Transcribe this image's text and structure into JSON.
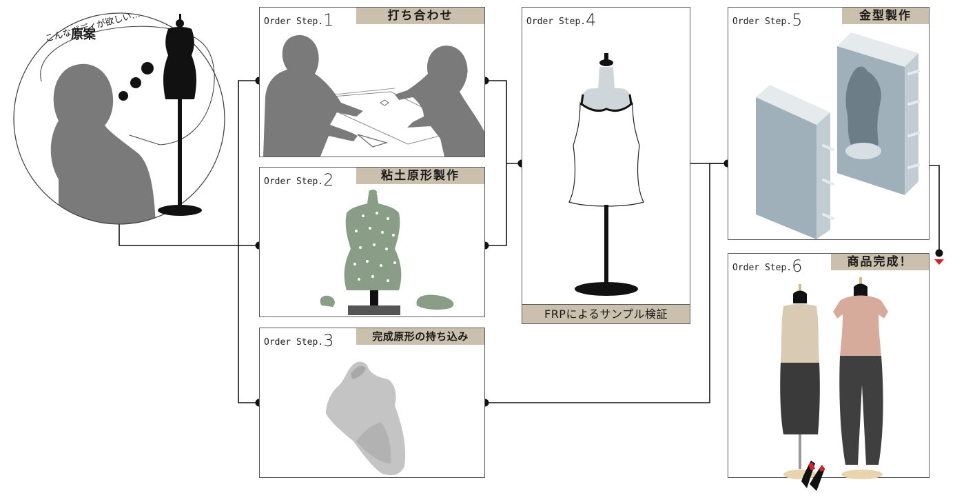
{
  "idea": {
    "title": "原案",
    "thought": "こんなボディが欲しい…"
  },
  "steps": [
    {
      "prefix": "Order Step.",
      "num": "1",
      "title": "打ち合わせ"
    },
    {
      "prefix": "Order Step.",
      "num": "2",
      "title": "粘土原形製作"
    },
    {
      "prefix": "Order Step.",
      "num": "3",
      "title": "完成原形の持ち込み"
    },
    {
      "prefix": "Order Step.",
      "num": "4",
      "caption": "FRPによるサンプル検証"
    },
    {
      "prefix": "Order Step.",
      "num": "5",
      "title": "金型製作"
    },
    {
      "prefix": "Order Step.",
      "num": "6",
      "title": "商品完成！"
    }
  ],
  "colors": {
    "label_bg": "#cbbfad",
    "arrow": "#d4202a",
    "line": "#111111",
    "silhouette": "#7a7a7a",
    "clay": "#8a9d86",
    "mold": "#9fb0bb"
  }
}
